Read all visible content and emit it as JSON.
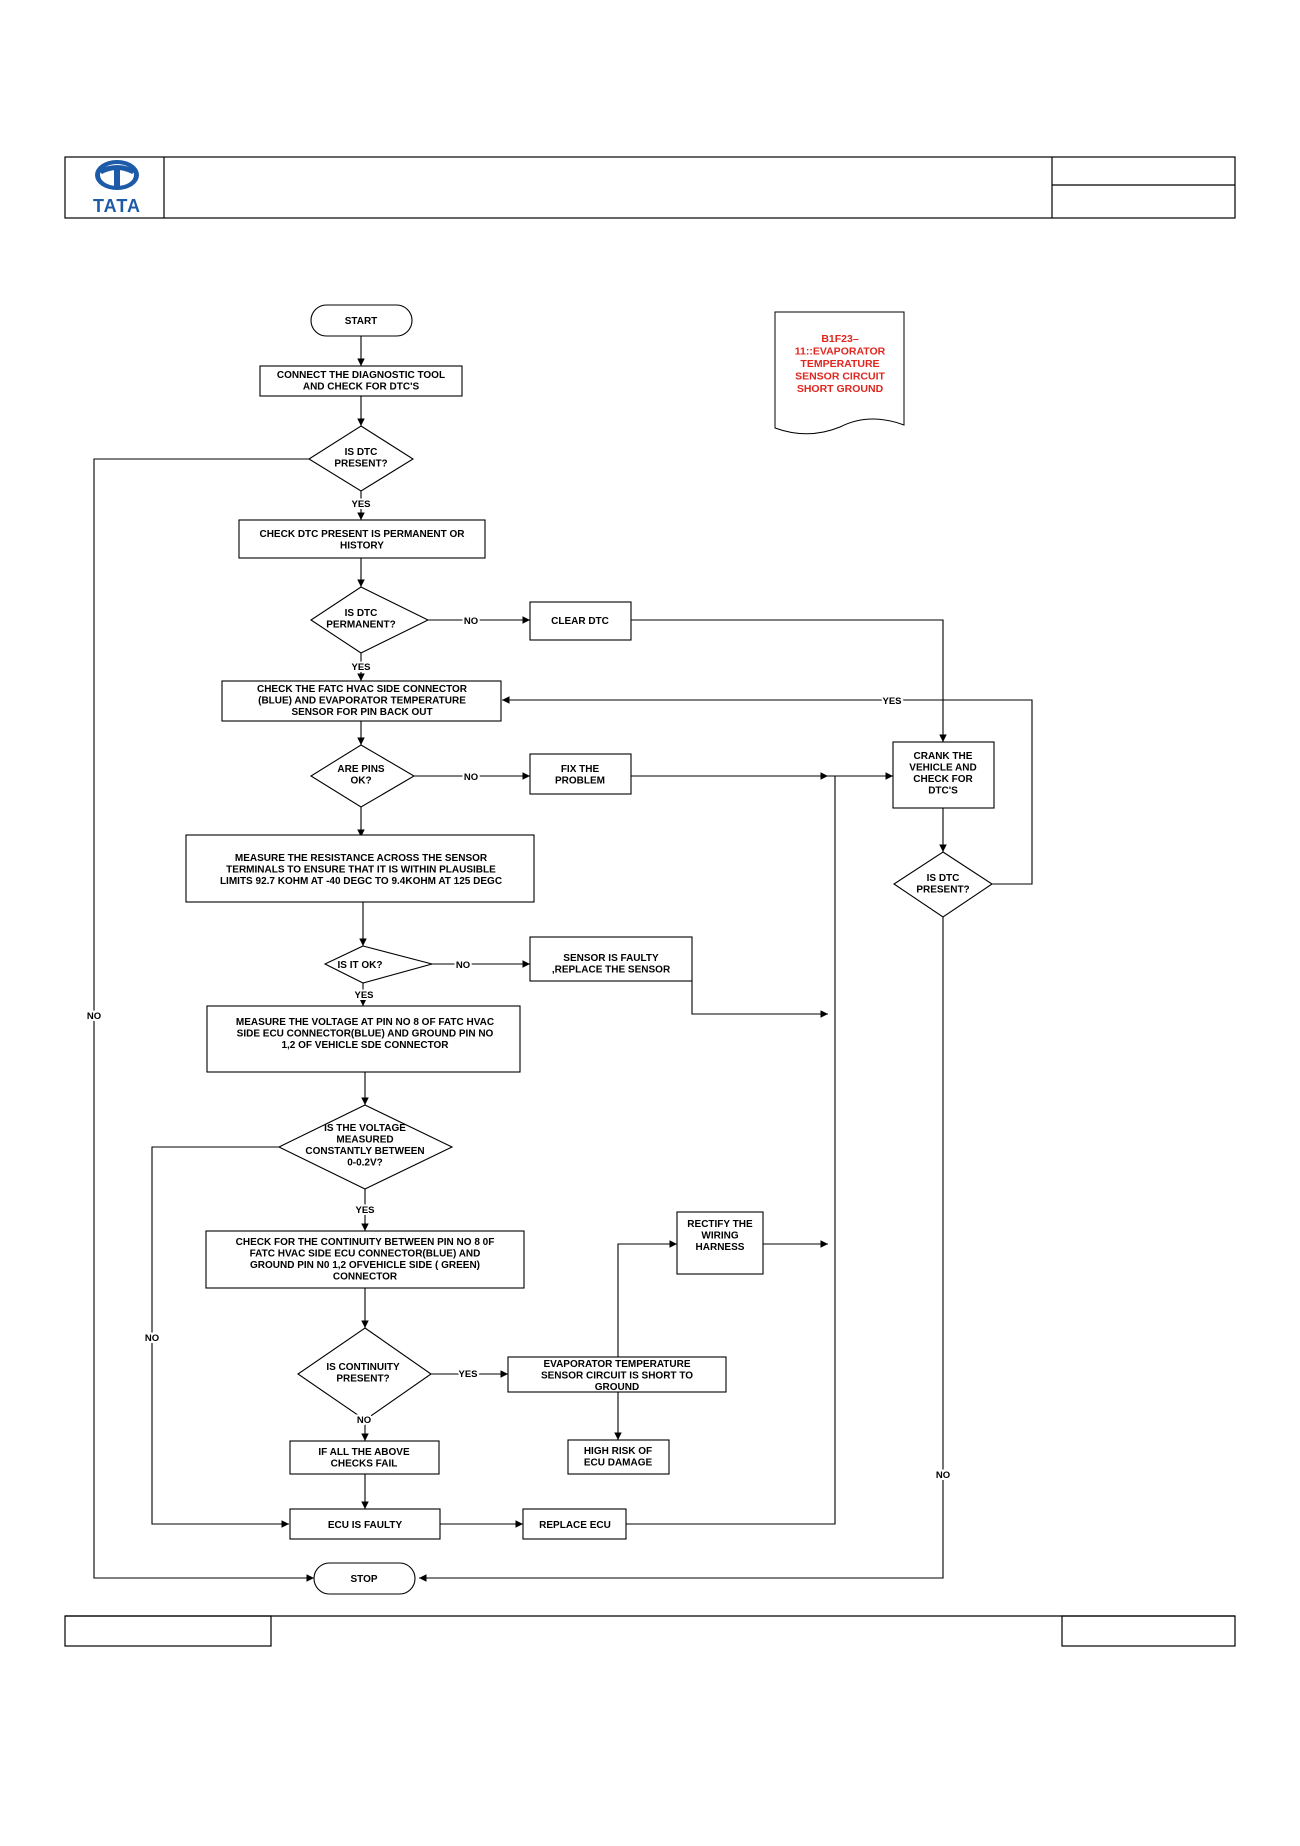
{
  "header": {
    "logo_text": "TATA"
  },
  "tag": {
    "lines": [
      "B1F23–",
      "11::EVAPORATOR",
      "TEMPERATURE",
      "SENSOR CIRCUIT",
      "SHORT GROUND"
    ],
    "color": "#e0261f"
  },
  "flow": {
    "start": "START",
    "connect_tool": [
      "CONNECT THE DIAGNOSTIC TOOL",
      "AND CHECK FOR  DTC'S"
    ],
    "q_dtc_present_1": [
      "IS  DTC",
      "PRESENT?"
    ],
    "check_permanent": [
      "CHECK DTC  PRESENT IS PERMANENT OR",
      "HISTORY"
    ],
    "q_dtc_permanent": [
      "IS  DTC",
      "PERMANENT?"
    ],
    "clear_dtc": "CLEAR DTC",
    "check_connector": [
      "CHECK THE FATC HVAC SIDE CONNECTOR",
      "(BLUE) AND EVAPORATOR TEMPERATURE",
      "SENSOR FOR PIN BACK OUT"
    ],
    "q_pins_ok": [
      "ARE PINS",
      "OK?"
    ],
    "fix_problem": [
      "FIX THE",
      "PROBLEM"
    ],
    "crank_vehicle": [
      "CRANK THE",
      "VEHICLE AND",
      "CHECK FOR",
      "DTC'S"
    ],
    "q_dtc_present_2": [
      "IS  DTC",
      "PRESENT?"
    ],
    "measure_resistance": [
      "MEASURE THE RESISTANCE ACROSS THE SENSOR",
      "TERMINALS TO ENSURE THAT IT IS WITHIN PLAUSIBLE",
      "LIMITS 92.7 KOHM AT -40 DEGC TO 9.4KOHM AT 125 DEGC"
    ],
    "q_is_it_ok": "IS IT OK?",
    "sensor_faulty": [
      "SENSOR IS FAULTY",
      ",REPLACE THE SENSOR"
    ],
    "measure_voltage": [
      "MEASURE THE VOLTAGE AT PIN NO 8 OF FATC HVAC",
      "SIDE ECU CONNECTOR(BLUE) AND GROUND PIN NO",
      "1,2 OF VEHICLE SDE CONNECTOR"
    ],
    "q_voltage": [
      "IS  THE VOLTAGE",
      "MEASURED",
      "CONSTANTLY BETWEEN",
      "0-0.2V?"
    ],
    "check_continuity": [
      "CHECK FOR THE CONTINUITY BETWEEN PIN NO 8 0F",
      "FATC HVAC SIDE ECU CONNECTOR(BLUE) AND",
      "GROUND PIN N0 1,2  OFVEHICLE SIDE ( GREEN)",
      "CONNECTOR"
    ],
    "rectify_harness": [
      "RECTIFY THE",
      "WIRING",
      "HARNESS"
    ],
    "q_continuity": [
      "IS CONTINUITY",
      "PRESENT?"
    ],
    "short_to_ground": [
      "EVAPORATOR TEMPERATURE",
      "SENSOR CIRCUIT IS SHORT TO",
      "GROUND"
    ],
    "all_fail": [
      "IF ALL THE ABOVE",
      "CHECKS FAIL"
    ],
    "high_risk": [
      "HIGH RISK OF",
      "ECU DAMAGE"
    ],
    "ecu_faulty": "ECU IS FAULTY",
    "replace_ecu": "REPLACE ECU",
    "stop": "STOP"
  },
  "labels": {
    "yes": "YES",
    "no": "NO"
  }
}
